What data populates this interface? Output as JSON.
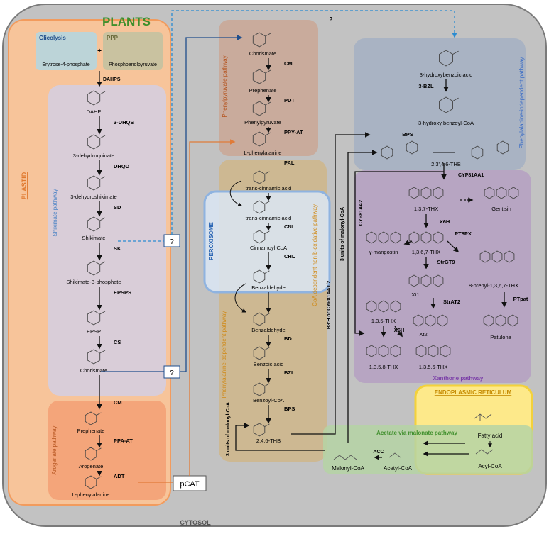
{
  "labels": {
    "plants": "PLANTS",
    "plastid": "PLASTID",
    "cytosol": "CYTOSOL",
    "glicolysis": "Glicolysis",
    "ppp": "PPP",
    "e4p": "Erytrose-4-phosphate",
    "pep": "Phosphoenolpyruvate",
    "plus": "+",
    "dahps": "DAHPS",
    "shikimate_pathway": "Shikimate pathway",
    "arogenate_pathway": "Arogenate pathway",
    "phenylpyruvate_pathway": "Phenylpyruvate pathway",
    "peroxisome": "PEROXISOME",
    "phe_dependent": "Phenylalanine-dependent pathway",
    "coa_dependent": "CoA dependent non b-oxidative pathway",
    "phe_independent": "Phenylalanine-independent pathway",
    "xanthone_pathway": "Xanthone pathway",
    "er": "ENDOPLASMIC RETICULUM",
    "acetate_pathway": "Acetate via malonate pathway",
    "pcat": "pCAT",
    "question": "?",
    "three_malonyl_left": "3 units of malonyl-CoA",
    "three_malonyl_right": "3 units of malonyl-CoA",
    "b3h": "B3'H or CYP81AA1/2",
    "cyp81aa1": "CYP81AA1",
    "cyp81aa2": "CYP81AA2"
  },
  "shikimate_steps": [
    {
      "compound": "DAHP",
      "enzyme": "3-DHQS"
    },
    {
      "compound": "3-dehydroquinate",
      "enzyme": "DHQD"
    },
    {
      "compound": "3-dehydroshikimate",
      "enzyme": "SD"
    },
    {
      "compound": "Shikimate",
      "enzyme": "SK"
    },
    {
      "compound": "Shikimate-3-phosphate",
      "enzyme": "EPSPS"
    },
    {
      "compound": "EPSP",
      "enzyme": "CS"
    },
    {
      "compound": "Chorismate",
      "enzyme": "CM"
    }
  ],
  "arogenate_steps": [
    {
      "compound": "Prephenate",
      "enzyme": "PPA-AT"
    },
    {
      "compound": "Arogenate",
      "enzyme": "ADT"
    },
    {
      "compound": "L-phenylalanine",
      "enzyme": ""
    }
  ],
  "phenylpyruvate_steps": [
    {
      "compound": "Chorismate",
      "enzyme": "CM"
    },
    {
      "compound": "Prephenate",
      "enzyme": "PDT"
    },
    {
      "compound": "Phenylpyruvate",
      "enzyme": "PPY-AT"
    },
    {
      "compound": "L-phenylalanine",
      "enzyme": "PAL"
    }
  ],
  "dependent_steps": [
    {
      "compound": "trans-cinnamic acid",
      "enzyme": ""
    },
    {
      "compound": "trans-cinnamic acid",
      "enzyme": "CNL"
    },
    {
      "compound": "Cinnamoyl CoA",
      "enzyme": "CHL"
    },
    {
      "compound": "Benzaldehyde",
      "enzyme": ""
    },
    {
      "compound": "Benzaldehyde",
      "enzyme": "BD"
    },
    {
      "compound": "Benzoic acid",
      "enzyme": "BZL"
    },
    {
      "compound": "Benzoyl-CoA",
      "enzyme": "BPS"
    },
    {
      "compound": "2,4,6-THB",
      "enzyme": ""
    }
  ],
  "independent_steps": [
    {
      "compound": "3-hydroxybenzoic acid",
      "enzyme": "3-BZL"
    },
    {
      "compound": "3-hydroxy benzoyl-CoA",
      "enzyme": "BPS"
    },
    {
      "compound": "2,3',4,6-THB",
      "enzyme": ""
    }
  ],
  "xanthones": {
    "thx137": "1,3,7-THX",
    "gentisin": "Gentisin",
    "x6h": "X6H",
    "thx1367": "1,3,6,7-THX",
    "pt8px": "PT8PX",
    "mangostin": "γ-mangostin",
    "prenyl": "8-prenyl-1,3,6,7-THX",
    "strgt9": "StrGT9",
    "xt1": "Xt1",
    "ptpat": "PTpat",
    "stract2": "StrAT2",
    "thx135": "1,3,5-THX",
    "xt2": "Xt2",
    "patulone": "Patulone",
    "x6h2": "X6H",
    "thx1358": "1,3,5,8-THX",
    "thx1356": "1,3,5,6-THX"
  },
  "acetate": {
    "fatty_acid": "Fatty acid",
    "acyl_coa": "Acyl-CoA",
    "acetyl_coa": "Acetyl-CoA",
    "malonyl_coa": "Malonyl-CoA",
    "acc": "ACC"
  },
  "colors": {
    "plastid": "#f7c49a",
    "shikimate": "#d9cdd8",
    "arogenate": "#f4a57a",
    "phenylpyruvate": "#c9ab9c",
    "phe_dependent": "#cdb892",
    "peroxisome": "#dbe6f4",
    "phe_independent": "#a9b3c3",
    "xanthone": "#b7a5c2",
    "er": "#fde98a",
    "acetate": "#b5d3a5",
    "cytosol": "#c2c2c2",
    "accent_blue": "#1f4e8c",
    "accent_orange": "#e07b39",
    "dashed_blue": "#2a8bd1"
  }
}
